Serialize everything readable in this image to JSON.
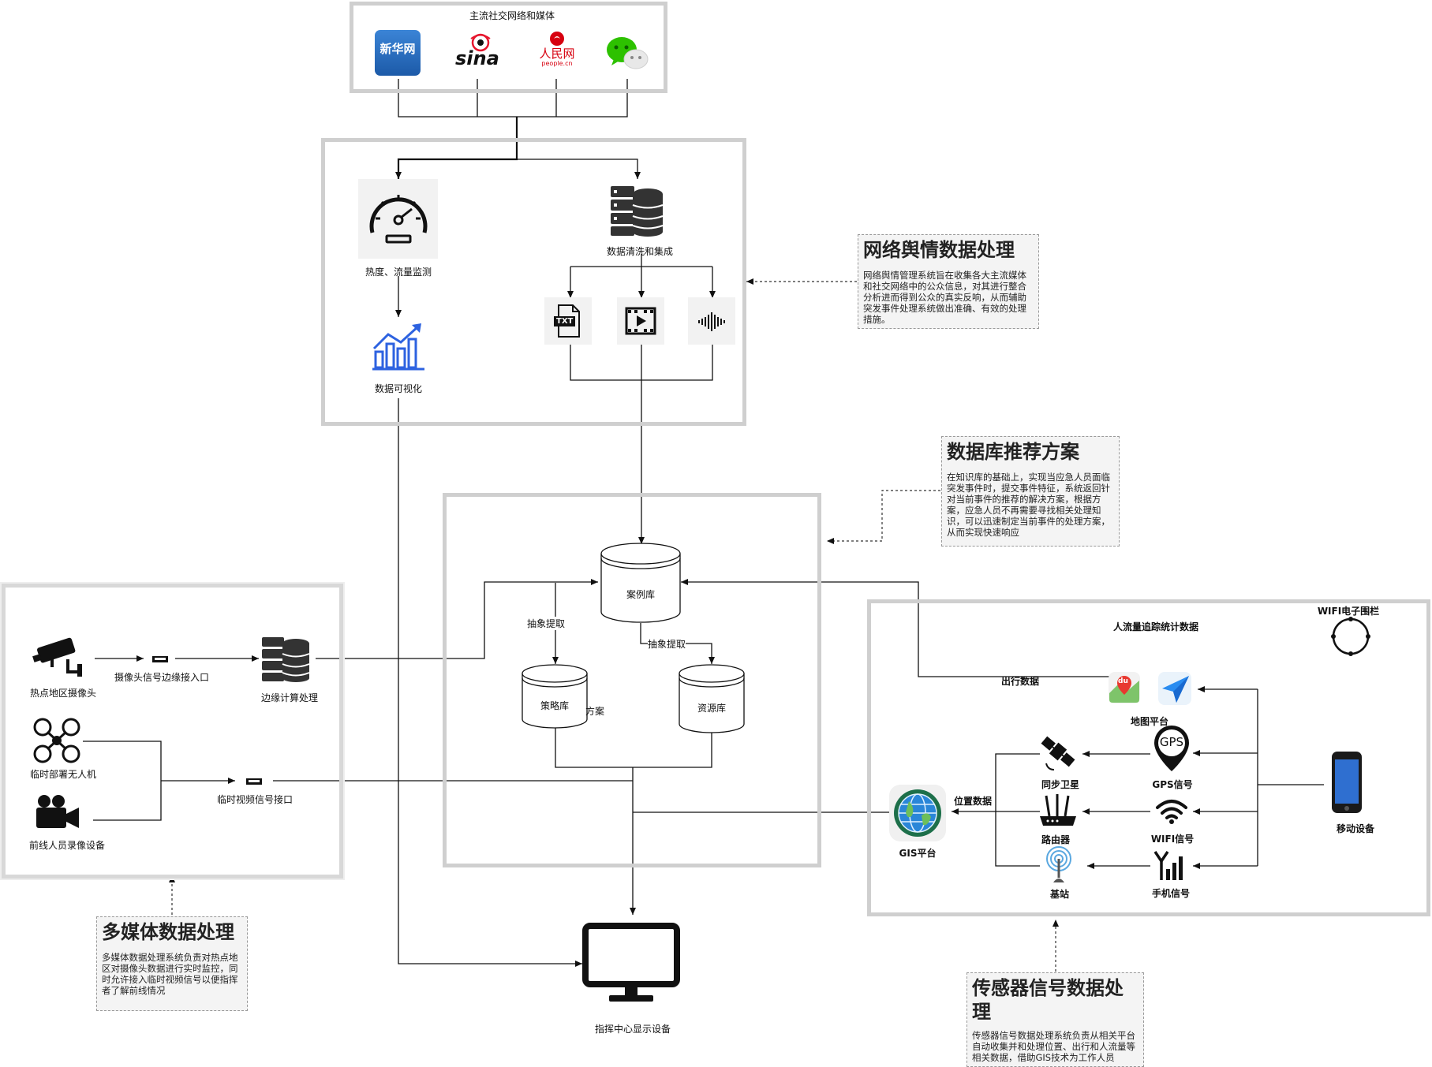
{
  "social": {
    "title": "主流社交网络和媒体",
    "xinhua": "新华网",
    "sina": "sina",
    "people_cn": "人民网",
    "people_en": "people.cn"
  },
  "network": {
    "monitor_label": "热度、流量监测",
    "viz_label": "数据可视化",
    "clean_label": "数据清洗和集成",
    "txt_badge": "TXT"
  },
  "notes": {
    "network_title": "网络舆情数据处理",
    "network_body": "网络舆情管理系统旨在收集各大主流媒体和社交网络中的公众信息，对其进行整合分析进而得到公众的真实反响，从而辅助突发事件处理系统做出准确、有效的处理措施。",
    "db_title": "数据库推荐方案",
    "db_body": "在知识库的基础上，实现当应急人员面临突发事件时，提交事件特征，系统返回针对当前事件的推荐的解决方案，根据方案，应急人员不再需要寻找相关处理知识，可以迅速制定当前事件的处理方案，从而实现快速响应",
    "mm_title": "多媒体数据处理",
    "mm_body": "多媒体数据处理系统负责对热点地区对摄像头数据进行实时监控，同时允许接入临时视频信号以便指挥者了解前线情况",
    "sensor_title": "传感器信号数据处理",
    "sensor_body": "传感器信号数据处理系统负责从相关平台自动收集并和处理位置、出行和人流量等相关数据，借助GIS技术为工作人员"
  },
  "database": {
    "case_db": "案例库",
    "strategy_db": "策略库",
    "resource_db": "资源库",
    "extract_1": "抽象提取",
    "extract_2": "抽象提取",
    "plan_text": "方案"
  },
  "multimedia": {
    "camera_label": "热点地区摄像头",
    "camera_port": "摄像头信号边缘接入口",
    "edge_label": "边缘计算处理",
    "drone_label": "临时部署无人机",
    "video_port": "临时视频信号接口",
    "recorder_label": "前线人员录像设备"
  },
  "sensor": {
    "flow_title": "人流量追踪统计数据",
    "wifi_fence": "WIFI电子围栏",
    "travel_data": "出行数据",
    "map_platform": "地图平台",
    "satellite": "同步卫星",
    "gps": "GPS信号",
    "gps_badge": "GPS",
    "router": "路由器",
    "wifi": "WIFI信号",
    "base_station": "基站",
    "phone_signal": "手机信号",
    "position_data": "位置数据",
    "gis": "GIS平台",
    "mobile": "移动设备",
    "baidu_badge": "du"
  },
  "display": {
    "label": "指挥中心显示设备"
  },
  "colors": {
    "xinhua_blue": "#2a6fc0",
    "sina_red": "#e6162d",
    "people_red": "#d7000f",
    "wechat_green": "#2dc100",
    "viz_blue": "#2d62e0",
    "frame_gray": "#cfcfcf",
    "note_bg": "#f4f4f4"
  }
}
